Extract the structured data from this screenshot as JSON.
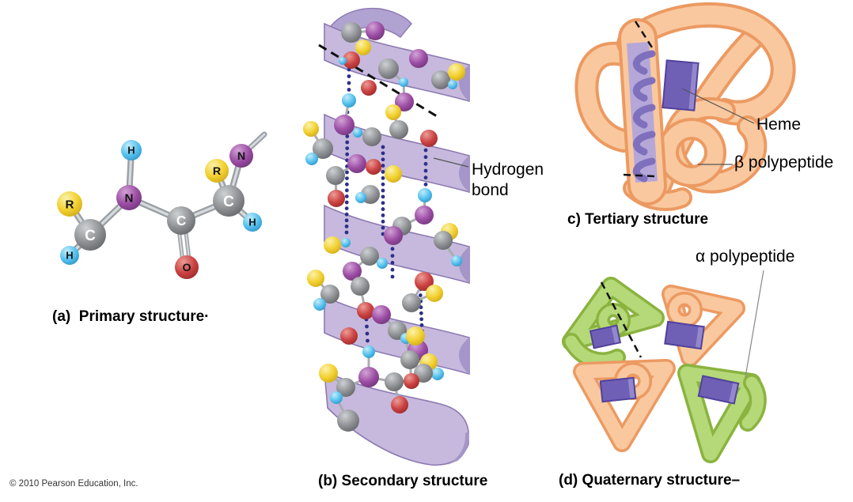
{
  "panels": {
    "a": {
      "caption": "(a)  Primary structure·"
    },
    "b": {
      "caption": "(b) Secondary structure",
      "annotation": "Hydrogen bond"
    },
    "c": {
      "caption": "c) Tertiary structure",
      "label_heme": "Heme",
      "label_beta": "β polypeptide"
    },
    "d": {
      "caption": "(d) Quaternary structure–",
      "label_alpha": "α polypeptide"
    }
  },
  "footer": {
    "copyright": "© 2010 Pearson Education, Inc."
  },
  "palette": {
    "atoms": {
      "C": {
        "base": "#8e9093",
        "light": "#ced1d3",
        "dark": "#5e6063",
        "letter": "#ffffff"
      },
      "N": {
        "base": "#9c4da4",
        "light": "#d2a3d6",
        "dark": "#6b3175",
        "letter": "#141414"
      },
      "O": {
        "base": "#cb4141",
        "light": "#eb9d97",
        "dark": "#932828",
        "letter": "#141414"
      },
      "H": {
        "base": "#55c1ee",
        "light": "#c3ecfb",
        "dark": "#2a8ec0",
        "letter": "#141414"
      },
      "R": {
        "base": "#f2d02e",
        "light": "#fbf2ab",
        "dark": "#c9a41a",
        "letter": "#141414"
      }
    },
    "ribbon": {
      "front": "#c6b9dd",
      "edge": "#8d7ab2",
      "fold": "#a496c8",
      "back": "#b0a2d1"
    },
    "tube_orange": {
      "outer": "#ec9a62",
      "inner": "#f9c89e"
    },
    "tube_green": {
      "outer": "#8ab33f",
      "inner": "#b5d878"
    },
    "heme": {
      "base": "#6f5fb5",
      "dark": "#51429b",
      "light": "#9488cc"
    },
    "hbond_dot": "#2d2f8a",
    "pointer_line": "#555555",
    "bond_stick": "#9aa0a5",
    "bond_core": "#d8dbde"
  },
  "molecule_a": {
    "atoms": [
      [
        "H",
        166,
        190,
        13
      ],
      [
        "N",
        163,
        250,
        16
      ],
      [
        "R",
        88,
        258,
        16
      ],
      [
        "C",
        114,
        297,
        20
      ],
      [
        "H",
        88,
        323,
        12
      ],
      [
        "C",
        229,
        279,
        18
      ],
      [
        "O",
        236,
        338,
        15
      ],
      [
        "C",
        289,
        254,
        20
      ],
      [
        "R",
        274,
        216,
        15
      ],
      [
        "N",
        305,
        197,
        15
      ],
      [
        "H",
        319,
        281,
        12
      ]
    ],
    "bonds": [
      [
        0,
        1
      ],
      [
        1,
        3
      ],
      [
        3,
        2
      ],
      [
        3,
        4
      ],
      [
        1,
        5
      ],
      [
        5,
        7
      ],
      [
        7,
        8
      ],
      [
        7,
        9
      ],
      [
        7,
        10
      ]
    ],
    "double_bonds": [
      [
        5,
        6
      ]
    ],
    "draw_order": [
      2,
      8,
      9,
      0,
      1,
      5,
      3,
      7,
      4,
      6,
      10
    ],
    "stub": [
      305,
      197,
      334,
      170
    ]
  },
  "helix_b": {
    "atoms": [
      [
        "C",
        444,
        41,
        13
      ],
      [
        "N",
        474,
        39,
        12
      ],
      [
        "R",
        459,
        60,
        10
      ],
      [
        "O",
        444,
        76,
        11
      ],
      [
        "H",
        433,
        77,
        5
      ],
      [
        "C",
        491,
        87,
        13
      ],
      [
        "N",
        529,
        74,
        12
      ],
      [
        "C",
        557,
        101,
        12
      ],
      [
        "R",
        577,
        91,
        11
      ],
      [
        "H",
        572,
        107,
        6
      ],
      [
        "H",
        510,
        104,
        6
      ],
      [
        "O",
        466,
        111,
        10
      ],
      [
        "H",
        441,
        127,
        9
      ],
      [
        "N",
        511,
        129,
        12
      ],
      [
        "R",
        497,
        142,
        10
      ],
      [
        "N",
        435,
        158,
        13
      ],
      [
        "H",
        452,
        168,
        6
      ],
      [
        "C",
        470,
        173,
        12
      ],
      [
        "C",
        504,
        164,
        12
      ],
      [
        "O",
        542,
        175,
        11
      ],
      [
        "R",
        393,
        163,
        10
      ],
      [
        "C",
        408,
        188,
        13
      ],
      [
        "H",
        394,
        201,
        8
      ],
      [
        "N",
        451,
        207,
        12
      ],
      [
        "O",
        472,
        211,
        10
      ],
      [
        "R",
        497,
        220,
        11
      ],
      [
        "C",
        424,
        222,
        12
      ],
      [
        "O",
        425,
        251,
        11
      ],
      [
        "C",
        468,
        246,
        12
      ],
      [
        "H",
        456,
        250,
        7
      ],
      [
        "H",
        537,
        247,
        9
      ],
      [
        "N",
        536,
        272,
        12
      ],
      [
        "C",
        508,
        286,
        12
      ],
      [
        "N",
        497,
        298,
        12
      ],
      [
        "R",
        568,
        293,
        11
      ],
      [
        "C",
        560,
        304,
        12
      ],
      [
        "H",
        577,
        330,
        7
      ],
      [
        "R",
        420,
        310,
        11
      ],
      [
        "H",
        437,
        307,
        6
      ],
      [
        "C",
        467,
        324,
        12
      ],
      [
        "N",
        445,
        343,
        12
      ],
      [
        "C",
        455,
        362,
        12
      ],
      [
        "R",
        399,
        352,
        11
      ],
      [
        "C",
        417,
        372,
        12
      ],
      [
        "H",
        404,
        385,
        8
      ],
      [
        "O",
        462,
        393,
        11
      ],
      [
        "N",
        482,
        398,
        12
      ],
      [
        "H",
        483,
        333,
        7
      ],
      [
        "O",
        536,
        356,
        12
      ],
      [
        "C",
        520,
        383,
        12
      ],
      [
        "R",
        549,
        371,
        11
      ],
      [
        "C",
        502,
        418,
        12
      ],
      [
        "H",
        513,
        428,
        7
      ],
      [
        "O",
        441,
        425,
        11
      ],
      [
        "H",
        466,
        445,
        8
      ],
      [
        "N",
        466,
        477,
        13
      ],
      [
        "R",
        415,
        472,
        12
      ],
      [
        "C",
        437,
        490,
        12
      ],
      [
        "H",
        425,
        503,
        8
      ],
      [
        "C",
        498,
        483,
        12
      ],
      [
        "O",
        505,
        512,
        11
      ],
      [
        "N",
        528,
        443,
        13
      ],
      [
        "R",
        525,
        425,
        12
      ],
      [
        "C",
        518,
        455,
        12
      ],
      [
        "R",
        542,
        458,
        11
      ],
      [
        "H",
        553,
        473,
        8
      ],
      [
        "C",
        535,
        472,
        12
      ],
      [
        "C",
        440,
        532,
        14
      ],
      [
        "O",
        520,
        482,
        10
      ]
    ],
    "hbonds": [
      [
        441,
        88,
        441,
        122
      ],
      [
        439,
        142,
        438,
        294
      ],
      [
        484,
        186,
        484,
        296
      ],
      [
        538,
        190,
        538,
        242
      ],
      [
        496,
        306,
        496,
        350
      ],
      [
        463,
        404,
        465,
        440
      ],
      [
        531,
        366,
        534,
        434
      ]
    ]
  }
}
